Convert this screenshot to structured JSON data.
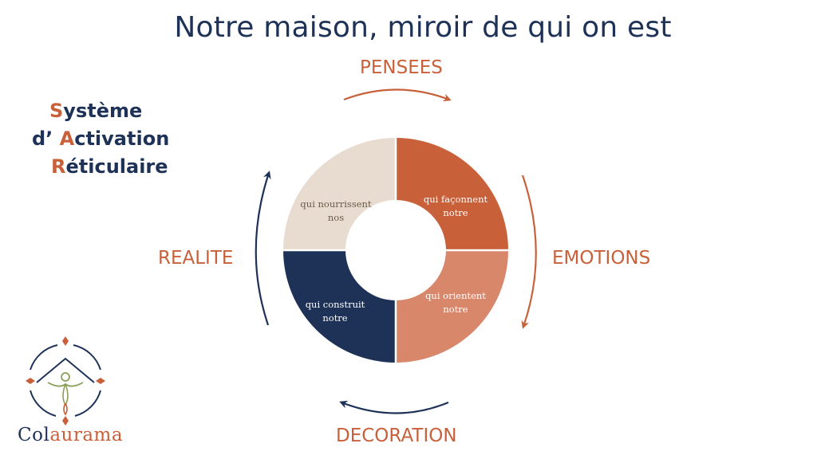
{
  "title": "Notre maison, miroir de qui on est",
  "cycle_labels": {
    "top": "PENSEES",
    "right": "EMOTIONS",
    "bottom": "DECORATION",
    "left": "REALITE"
  },
  "sar": [
    {
      "initial": "S",
      "rest": "ystème"
    },
    {
      "prefix": "d’ ",
      "initial": "A",
      "rest": "ctivation"
    },
    {
      "initial": "R",
      "rest": "éticulaire"
    }
  ],
  "segments": {
    "top_right": {
      "line1": "qui façonnent",
      "line2": "notre",
      "color": "#c8603a",
      "text_color": "#ffffff"
    },
    "bottom_right": {
      "line1": "qui orientent",
      "line2": "notre",
      "color": "#d9876b",
      "text_color": "#ffffff"
    },
    "bottom_left": {
      "line1": "qui construit",
      "line2": "notre",
      "color": "#1e3258",
      "text_color": "#ffffff"
    },
    "top_left": {
      "line1": "qui nourrissent",
      "line2": "nos",
      "color": "#e8dcd0",
      "text_color": "#6b5a4a"
    }
  },
  "logo": {
    "part_a": "Col",
    "part_b": "aurama"
  },
  "colors": {
    "navy": "#1e3258",
    "orange": "#c8603a",
    "green": "#8aa05a"
  }
}
